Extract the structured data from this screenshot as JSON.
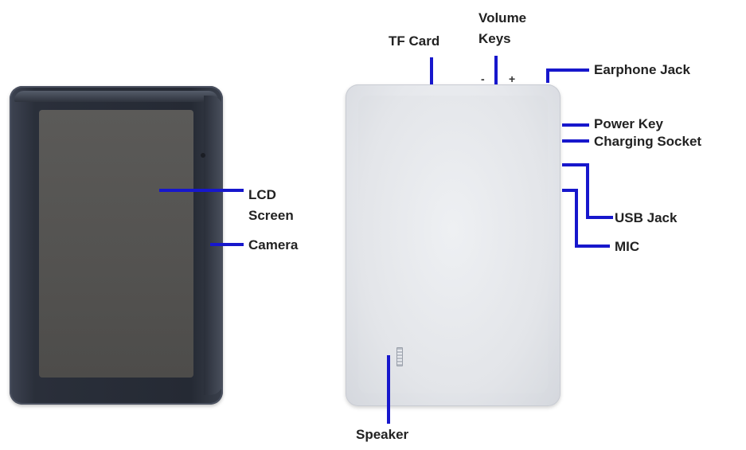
{
  "labels": {
    "lcd_screen": "LCD\nScreen",
    "camera": "Camera",
    "tf_card": "TF Card",
    "volume_keys": "Volume\nKeys",
    "earphone_jack": "Earphone Jack",
    "power_key": "Power Key",
    "charging_socket": "Charging Socket",
    "usb_jack": "USB Jack",
    "mic": "MIC",
    "speaker": "Speaker"
  },
  "volume_signs": {
    "minus": "-",
    "plus": "+"
  },
  "colors": {
    "callout_line": "#1717cc",
    "front_body": "#2a2f3a",
    "screen": "#535250",
    "back_body": "#e6e8ec",
    "label_text": "#222222"
  }
}
